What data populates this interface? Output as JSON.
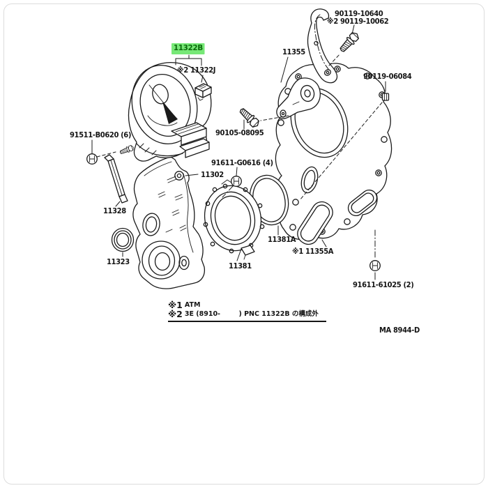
{
  "parts": {
    "p90119_10640": "90119-10640",
    "p90119_10062": "※2 90119-10062",
    "p11355": "11355",
    "p90119_06084": "90119-06084",
    "p11322B": "11322B",
    "p11322J": "※2 11322J",
    "p90105_08095": "90105-08095",
    "p91511_B0620": "91511-B0620 (6)",
    "p91611_G0616": "91611-G0616 (4)",
    "p11302": "11302",
    "p11328": "11328",
    "p11323": "11323",
    "p11381": "11381",
    "p11381A": "11381A",
    "p11355A": "※1 11355A",
    "p91611_61025": "91611-61025 (2)"
  },
  "notes": {
    "n1_mark": "※1",
    "n1_text": "ATM",
    "n2_mark": "※2",
    "n2_text": "3E (8910-        ) PNC 11322B の構成外"
  },
  "footer": {
    "code": "MA 8944-D"
  },
  "colors": {
    "highlight_bg": "#77E877",
    "highlight_fg": "#0B6B0B",
    "line": "#1A1A1A"
  }
}
